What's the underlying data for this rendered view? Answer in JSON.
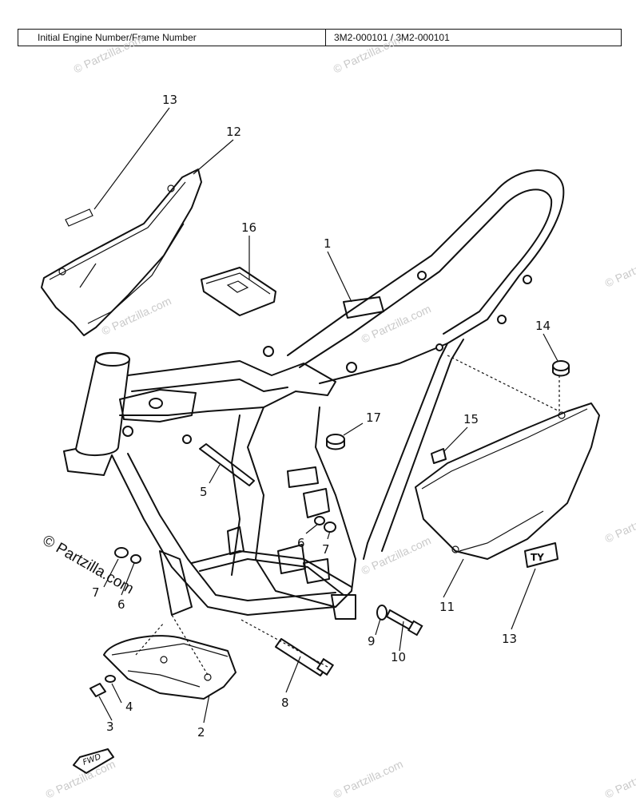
{
  "header": {
    "left_text": "Initial Engine Number/Frame Number",
    "right_text": "3M2-000101 / 3M2-000101"
  },
  "watermark": {
    "main": "© Partzilla.com",
    "faint": "© Partzilla.com"
  },
  "callouts": {
    "c1": "1",
    "c2": "2",
    "c3": "3",
    "c4": "4",
    "c5": "5",
    "c6a": "6",
    "c6b": "6",
    "c7a": "7",
    "c7b": "7",
    "c8": "8",
    "c9": "9",
    "c10": "10",
    "c11": "11",
    "c12": "12",
    "c13a": "13",
    "c13b": "13",
    "c14": "14",
    "c15": "15",
    "c16": "16",
    "c17": "17"
  },
  "badge_text": "FWD",
  "emblem_text": "TY"
}
